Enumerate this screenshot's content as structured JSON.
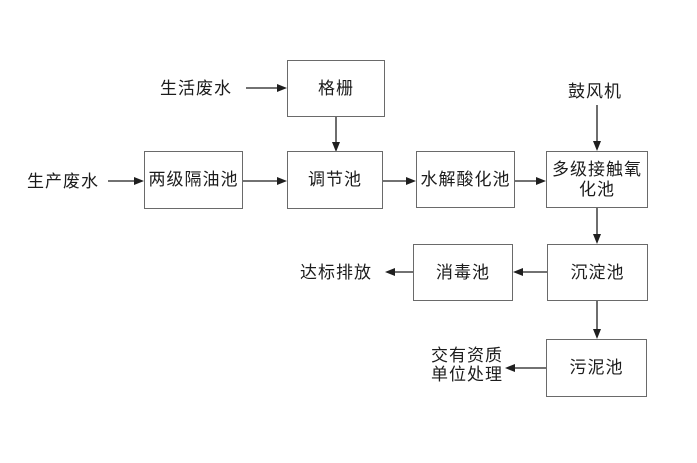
{
  "colors": {
    "background": "#ffffff",
    "box_border": "#6a6a6a",
    "arrow_line": "#1f1f1f",
    "text": "#1c1c1c"
  },
  "diagram": {
    "type": "flowchart",
    "nodes": {
      "grid": {
        "label": "格栅"
      },
      "oil_separator": {
        "label": "两级隔油池"
      },
      "regulating": {
        "label": "调节池"
      },
      "hydrolysis": {
        "label": "水解酸化池"
      },
      "oxidation": {
        "lines": [
          "多级接触氧",
          "化池"
        ]
      },
      "disinfection": {
        "label": "消毒池"
      },
      "sedimentation": {
        "label": "沉淀池"
      },
      "sludge": {
        "label": "污泥池"
      }
    },
    "labels": {
      "domestic_wastewater": "生活废水",
      "production_wastewater": "生产废水",
      "blower": "鼓风机",
      "discharge": "达标排放",
      "qualified_unit_lines": [
        "交有资质",
        "单位处理"
      ]
    },
    "flows": [
      "生活废水 → 格栅",
      "格栅 → 调节池",
      "生产废水 → 两级隔油池",
      "两级隔油池 → 调节池",
      "调节池 → 水解酸化池",
      "水解酸化池 → 多级接触氧化池",
      "鼓风机 → 多级接触氧化池",
      "多级接触氧化池 → 沉淀池",
      "沉淀池 → 消毒池",
      "消毒池 → 达标排放",
      "沉淀池 → 污泥池",
      "污泥池 → 交有资质单位处理"
    ]
  }
}
